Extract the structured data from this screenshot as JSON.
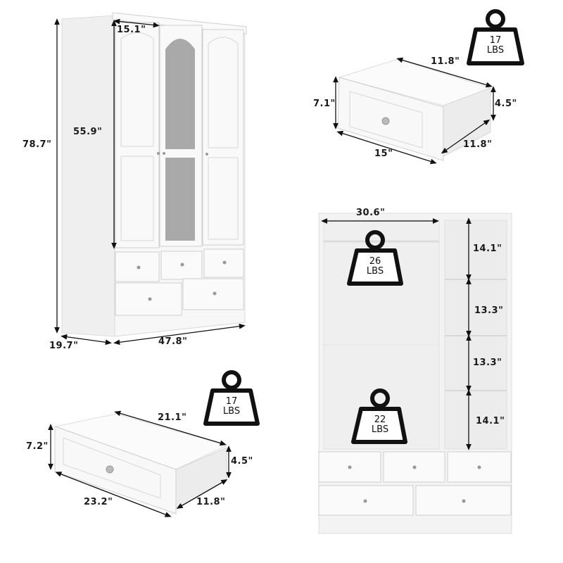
{
  "wardrobe_front": {
    "height": "78.7\"",
    "door_height": "55.9\"",
    "door_width": "15.1\"",
    "depth": "19.7\"",
    "width": "47.8\""
  },
  "small_drawer": {
    "length": "11.8\"",
    "front_height": "7.1\"",
    "side_height": "4.5\"",
    "front_width": "15\"",
    "depth": "11.8\"",
    "weight": {
      "value": "17",
      "unit": "LBS"
    }
  },
  "large_drawer": {
    "length": "21.1\"",
    "front_height": "7.2\"",
    "side_height": "4.5\"",
    "front_width": "23.2\"",
    "depth": "11.8\"",
    "weight": {
      "value": "17",
      "unit": "LBS"
    }
  },
  "interior": {
    "hanging_width": "30.6\"",
    "hanging_rod_weight": {
      "value": "26",
      "unit": "LBS"
    },
    "bottom_weight": {
      "value": "22",
      "unit": "LBS"
    },
    "shelf_heights": [
      "14.1\"",
      "13.3\"",
      "13.3\"",
      "14.1\""
    ]
  },
  "colors": {
    "furniture": "#f4f4f4",
    "outline": "#d0d0d0",
    "mirror": "#a8a8a8",
    "ink": "#111111"
  }
}
